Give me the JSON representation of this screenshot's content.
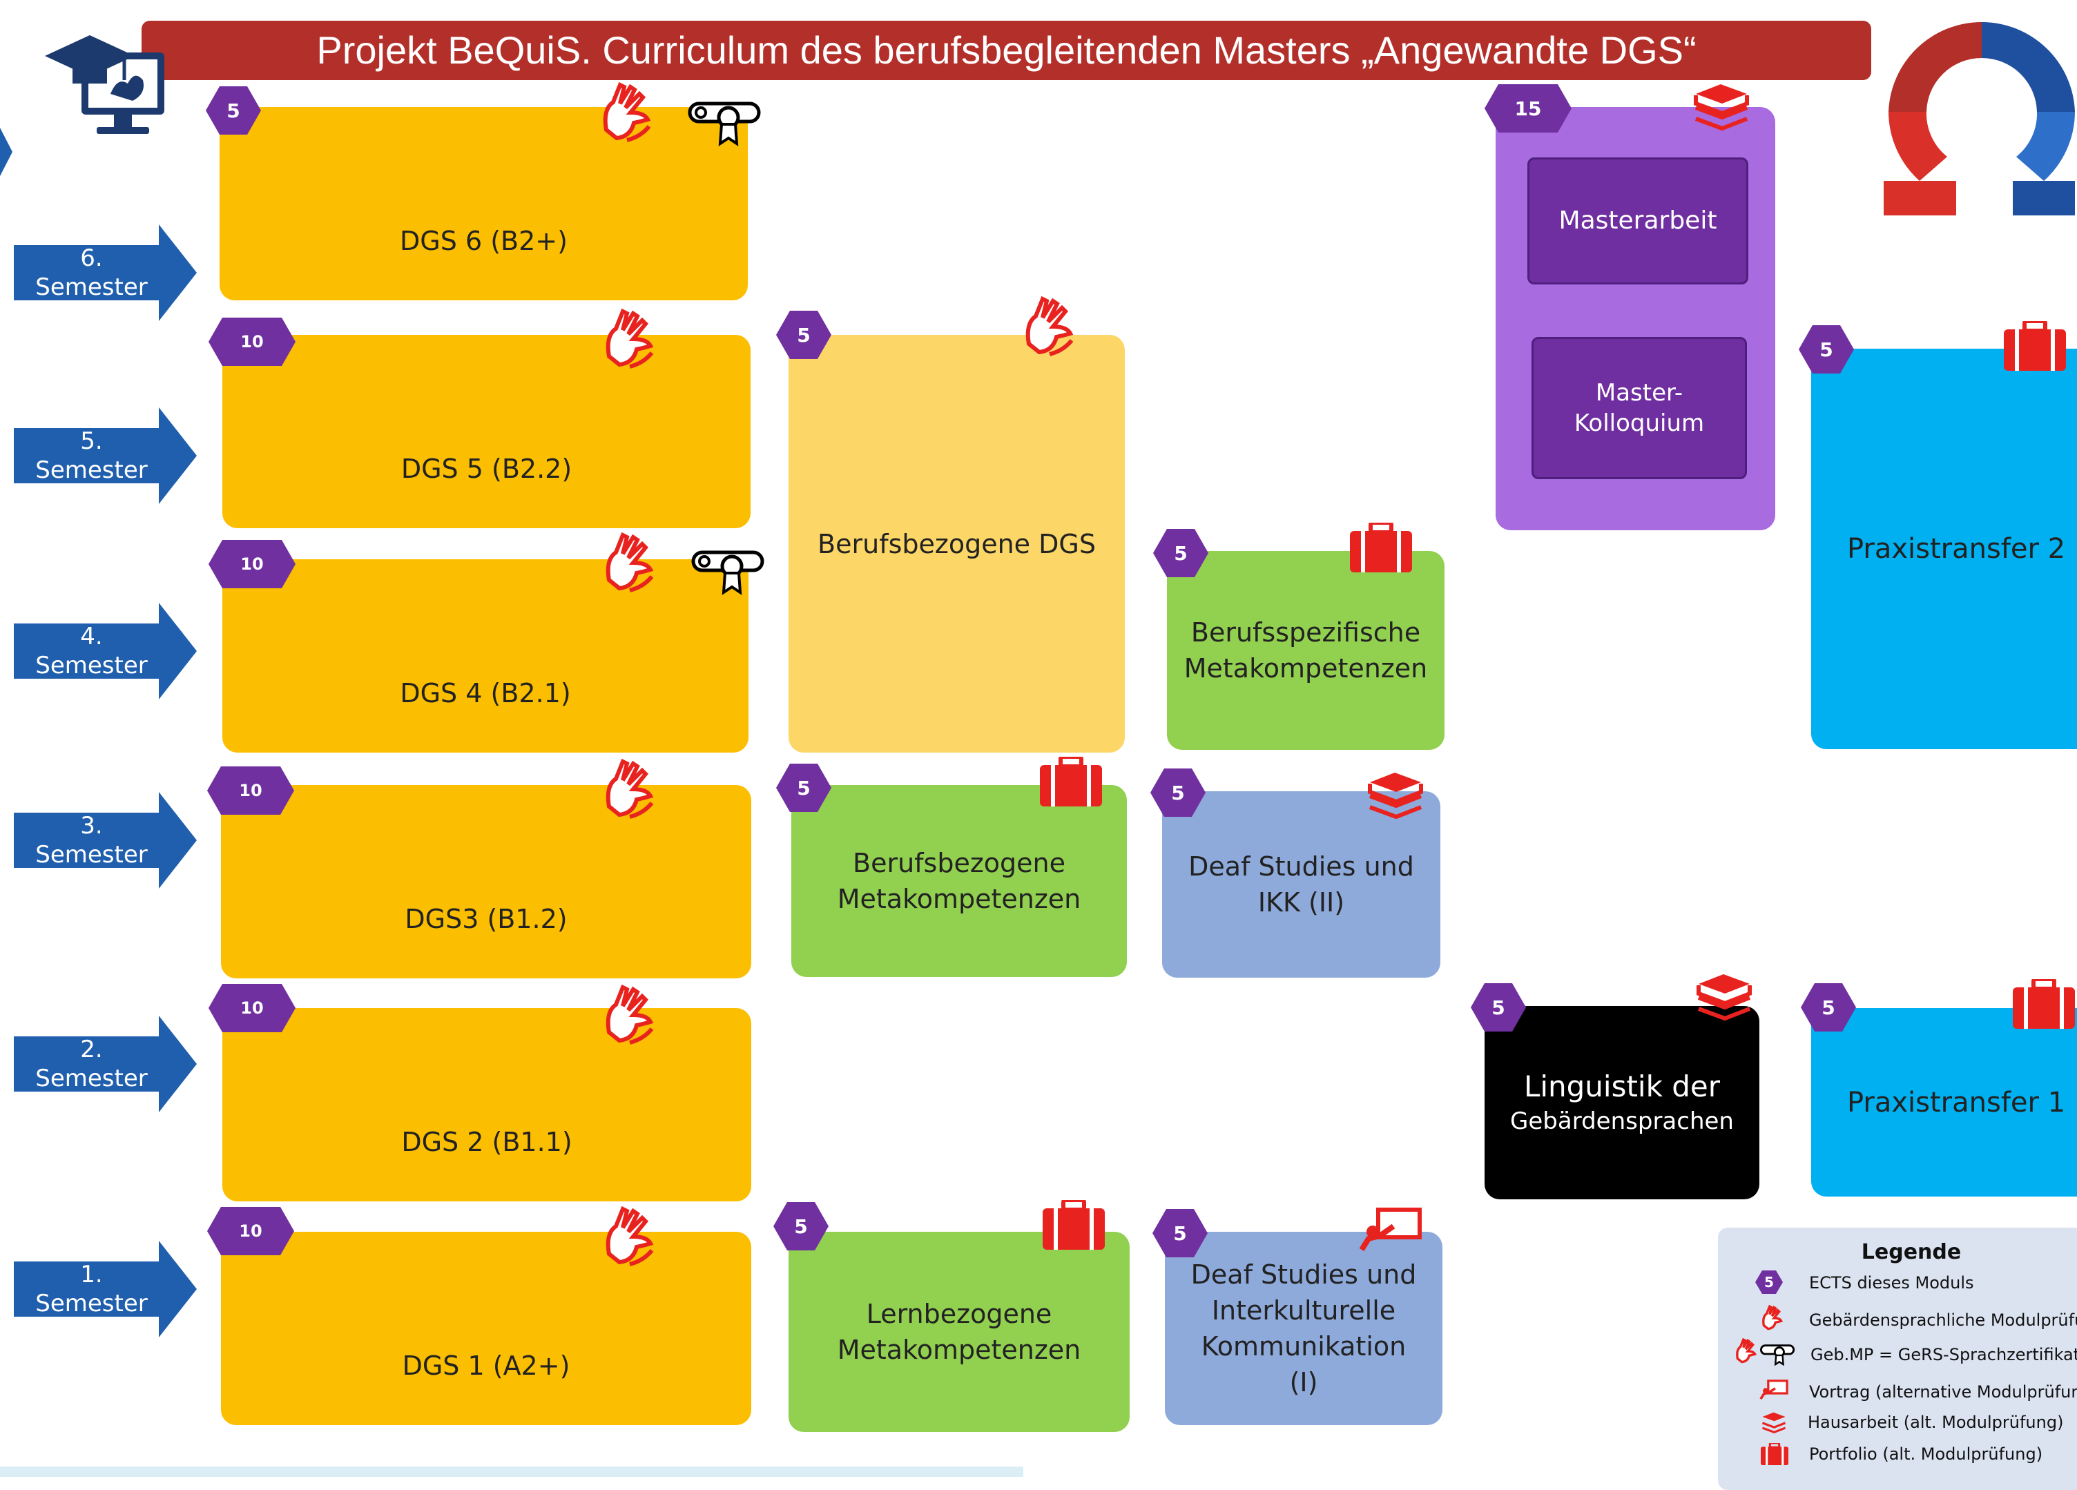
{
  "header": {
    "title": "Projekt BeQuiS. Curriculum des berufsbegleitenden Masters „Angewandte DGS“"
  },
  "semesters": [
    {
      "num": "6.",
      "label": "Semester"
    },
    {
      "num": "5.",
      "label": "Semester"
    },
    {
      "num": "4.",
      "label": "Semester"
    },
    {
      "num": "3.",
      "label": "Semester"
    },
    {
      "num": "2.",
      "label": "Semester"
    },
    {
      "num": "1.",
      "label": "Semester"
    }
  ],
  "modules": {
    "dgs6": {
      "title": "DGS 6 (B2+)",
      "ects": "5"
    },
    "dgs5": {
      "title": "DGS 5 (B2.2)",
      "ects": "10"
    },
    "dgs4": {
      "title": "DGS 4 (B2.1)",
      "ects": "10"
    },
    "dgs3": {
      "title": "DGS3 (B1.2)",
      "ects": "10"
    },
    "dgs2": {
      "title": "DGS 2 (B1.1)",
      "ects": "10"
    },
    "dgs1": {
      "title": "DGS 1 (A2+)",
      "ects": "10"
    },
    "berufsbezogene_dgs": {
      "title": "Berufsbezogene DGS",
      "ects": "5"
    },
    "berufsspez_meta": {
      "line1": "Berufsspezifische",
      "line2": "Metakompetenzen",
      "ects": "5"
    },
    "berufsbez_meta": {
      "line1": "Berufsbezogene",
      "line2": "Metakompetenzen",
      "ects": "5"
    },
    "deaf_ikk2": {
      "line1": "Deaf Studies und",
      "line2": "IKK (II)",
      "ects": "5"
    },
    "lern_meta": {
      "line1": "Lernbezogene",
      "line2": "Metakompetenzen",
      "ects": "5"
    },
    "deaf_ikk1": {
      "line1": "Deaf Studies und",
      "line2": "Interkulturelle",
      "line3": "Kommunikation",
      "line4": "(I)",
      "ects": "5"
    },
    "master": {
      "ects": "15",
      "thesis": "Masterarbeit",
      "colloq1": "Master-",
      "colloq2": "Kolloquium"
    },
    "praxis2": {
      "title": "Praxistransfer 2",
      "ects": "5"
    },
    "praxis1": {
      "title": "Praxistransfer 1",
      "ects": "5"
    },
    "linguistik": {
      "line1": "Linguistik der",
      "line2": "Gebärdensprachen",
      "ects": "5"
    }
  },
  "legend": {
    "title": "Legende",
    "badge_sample": "5",
    "items": [
      "ECTS dieses Moduls",
      "Gebärdensprachliche Modulprüfu",
      "Geb.MP = GeRS-Sprachzertifikat",
      "Vortrag (alternative Modulprüfun",
      "Hausarbeit (alt. Modulprüfung)",
      "Portfolio (alt. Modulprüfung)"
    ]
  },
  "colors": {
    "title_bar": "#b3302a",
    "semester_arrow": "#1f5fad",
    "dgs": "#fbbe00",
    "dgs_light": "#fcd667",
    "green": "#92d050",
    "blue_grey": "#8eaadb",
    "purple_badge": "#7030a0",
    "master_bg": "#a86be0",
    "master_inner": "#6f2fa0",
    "cyan": "#00b0f0",
    "black": "#000000",
    "red_icon": "#e8231f"
  },
  "icons": [
    "graduation-monitor-icon",
    "sign-hands-icon",
    "certificate-icon",
    "briefcase-icon",
    "books-icon",
    "presentation-icon",
    "logo-ring-icon"
  ]
}
